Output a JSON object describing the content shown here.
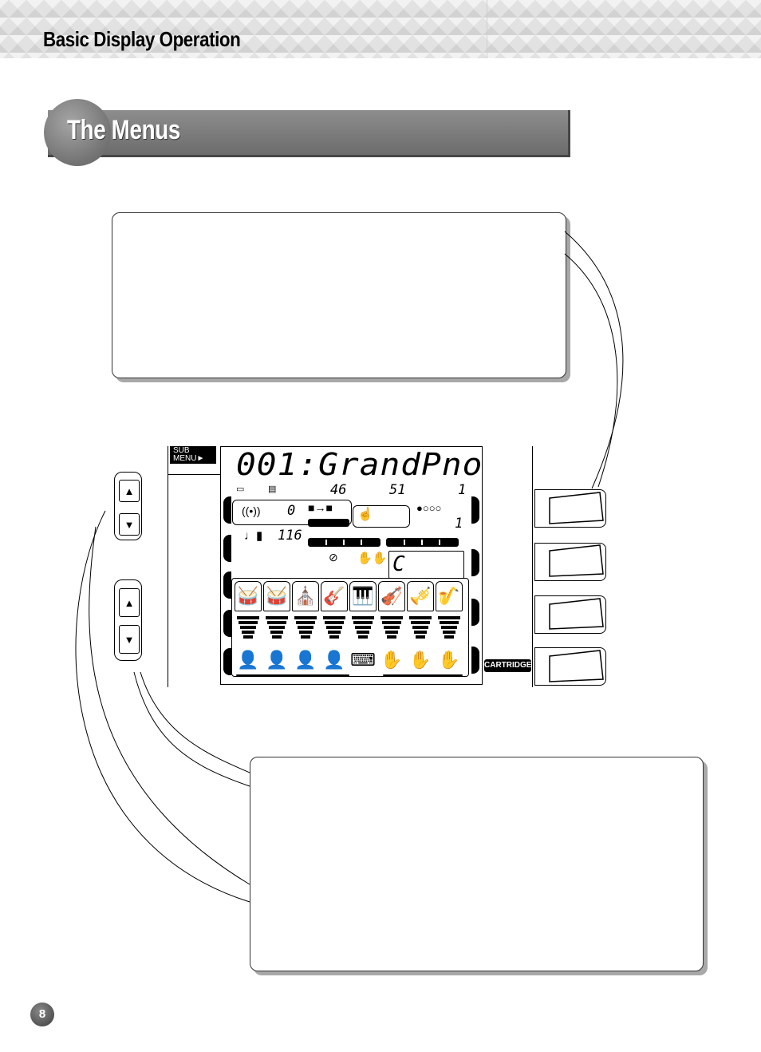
{
  "header": {
    "section_title": "Basic Display Operation"
  },
  "banner": {
    "title": "The Menus"
  },
  "lcd": {
    "sub_menu_label": "SUB MENU►",
    "voice_name": "001:GrandPno",
    "display_values": {
      "a": "46",
      "b": "51",
      "c": "1",
      "reverb_value": "0",
      "tempo": "116",
      "registration": "1",
      "chord_root": "C"
    },
    "cartridge_label": "CARTRIDGE"
  },
  "page_number": "8"
}
